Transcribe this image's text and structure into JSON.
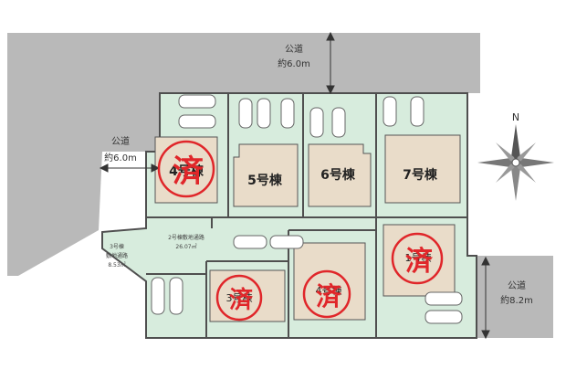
{
  "roads": {
    "north": {
      "label": "公道",
      "width": "約6.0m"
    },
    "west": {
      "label": "公道",
      "width": "約6.0m"
    },
    "southeast": {
      "label": "公道",
      "width": "約8.2m"
    }
  },
  "lots": [
    {
      "id": "lot-4-west",
      "label": "4号棟",
      "sold": true
    },
    {
      "id": "lot-5",
      "label": "5号棟",
      "sold": false
    },
    {
      "id": "lot-6",
      "label": "6号棟",
      "sold": false
    },
    {
      "id": "lot-7",
      "label": "7号棟",
      "sold": false
    },
    {
      "id": "lot-1",
      "label": "1号棟",
      "sold": true
    },
    {
      "id": "lot-3",
      "label": "3号棟",
      "sold": true
    },
    {
      "id": "lot-4-south",
      "label": "4号棟",
      "sold": true
    }
  ],
  "notes": {
    "center_label": "2号棟敷地通路",
    "center_value": "26.07㎡",
    "left_label_1": "3号棟",
    "left_label_2": "敷地通路",
    "left_value": "8.53㎡"
  },
  "stamp_text": "済",
  "compass": {
    "north_label": "N"
  },
  "colors": {
    "road": "#b9b9b9",
    "lot_green": "#d7ecdd",
    "lot_border": "#4f4f4f",
    "house": "#e9dcc9",
    "stamp": "#e0262a"
  }
}
